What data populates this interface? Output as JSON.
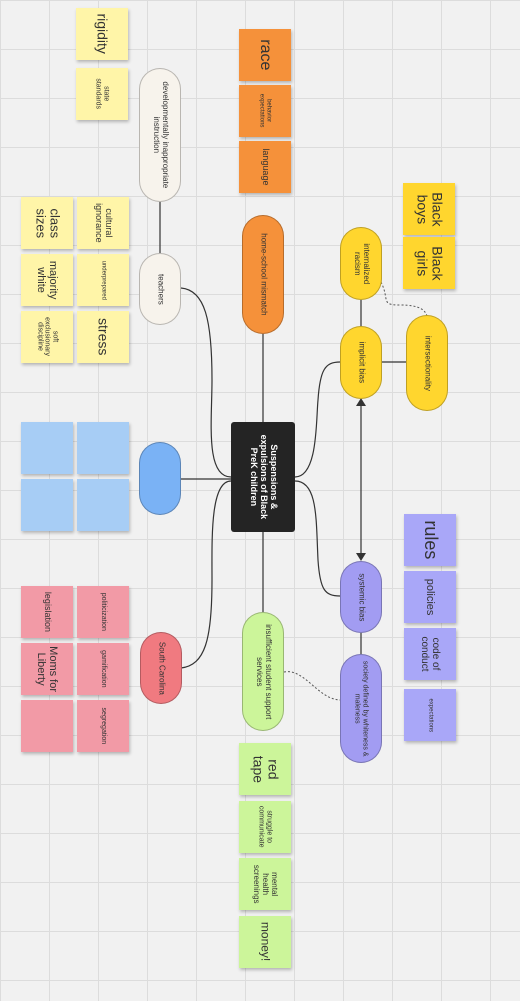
{
  "diagram": {
    "center": {
      "label": "Suspensions & expulsions of Black PreK children"
    },
    "branches": {
      "teachers": {
        "label": "teachers",
        "sub": "developmentally inappropriate instruction",
        "notes_top": [
          "rigidity",
          "state standards"
        ],
        "notes_grid": [
          "class sizes",
          "cultural ignorance",
          "majority white",
          "underprepared",
          "soft exclusionary discipline",
          "stress"
        ]
      },
      "home_school": {
        "label": "home-school mismatch",
        "notes": [
          "race",
          "behavior expectations",
          "language"
        ]
      },
      "implicit_bias": {
        "label": "implicit bias",
        "internalized": "internalized racism",
        "intersectionality": "intersectionality",
        "notes": [
          "Black boys",
          "Black girls"
        ]
      },
      "blank": {
        "label": "",
        "notes": [
          "",
          "",
          "",
          ""
        ]
      },
      "south_carolina": {
        "label": "South Carolina",
        "notes": [
          "legislation",
          "politicization",
          "Moms for Liberty",
          "gamification",
          "",
          "segregation"
        ]
      },
      "support": {
        "label": "insufficient student support services",
        "notes": [
          "red tape",
          "struggle to communicate",
          "mental health screenings",
          "money!"
        ]
      },
      "systemic_bias": {
        "label": "systemic bias",
        "society": "society defined by whiteness & maleness",
        "notes": [
          "rules",
          "policies",
          "code of conduct",
          "expectations"
        ]
      }
    }
  },
  "colors": {
    "yellow_note": "#fff5a8",
    "yellow_pill": "#ffd62e",
    "orange": "#f5913a",
    "blue_note": "#a7cdf5",
    "blue_pill": "#7ab2f5",
    "red_note": "#f29aa6",
    "red_pill": "#f07a80",
    "purple_note": "#a9a7f8",
    "purple_pill": "#a29cf2",
    "green": "#ccf59a",
    "center": "#242424"
  }
}
